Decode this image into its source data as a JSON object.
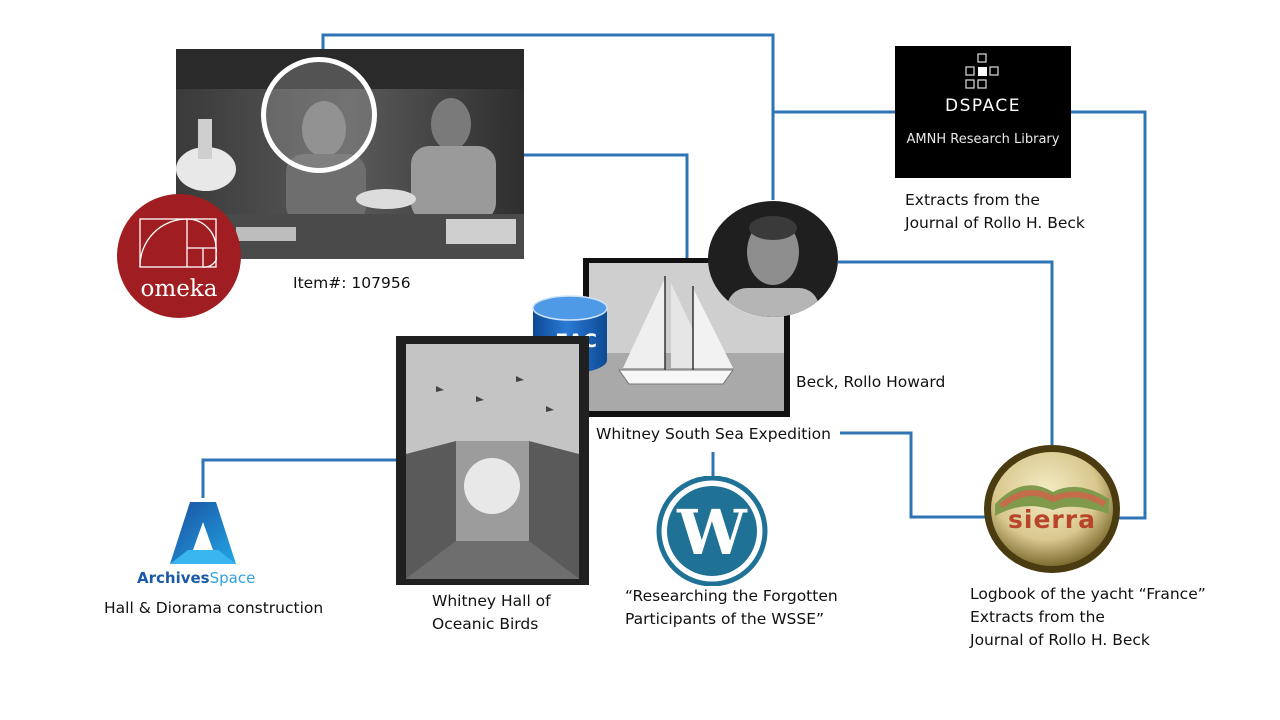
{
  "colors": {
    "connector": "#2f75b5",
    "omeka": "#a01e21",
    "xeac": "#1e64b4",
    "wordpress": "#207196",
    "archivesspace": "#1677c4",
    "sierra_text": "#b8452a"
  },
  "labels": {
    "item_number": "Item#: 107956",
    "dspace_caption_line1": "Extracts from the",
    "dspace_caption_line2": "Journal of Rollo H. Beck",
    "person_name": "Beck, Rollo Howard",
    "expedition": "Whitney South Sea Expedition",
    "hall_line1": "Whitney Hall of",
    "hall_line2": "Oceanic Birds",
    "archivesspace_caption": "Hall & Diorama construction",
    "wordpress_line1": "“Researching the Forgotten",
    "wordpress_line2": "Participants of the WSSE”",
    "sierra_line1": "Logbook of the yacht “France”",
    "sierra_line2": "Extracts from the",
    "sierra_line3": "Journal of Rollo H. Beck"
  },
  "logos": {
    "xeac": "xEAC",
    "dspace_title": "DSPACE",
    "dspace_subtitle": "AMNH Research Library",
    "omeka": "omeka",
    "sierra": "sierra",
    "archivesspace_part1": "Archives",
    "archivesspace_part2": "Space"
  },
  "icons": [
    "omeka-logo",
    "dspace-logo",
    "xeac-database-icon",
    "wordpress-logo",
    "archivesspace-logo",
    "sierra-logo"
  ]
}
